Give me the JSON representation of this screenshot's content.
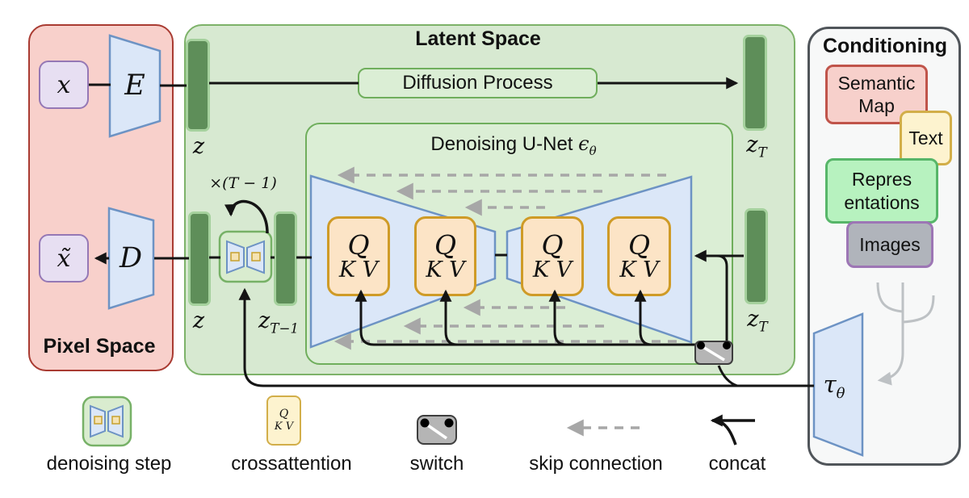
{
  "colors": {
    "pixel_fill": "#f8d0cb",
    "pixel_border": "#a93b32",
    "latent_fill": "#d7e9d1",
    "latent_border": "#7db269",
    "unet_fill": "#dbeed5",
    "unet_border": "#6fae5c",
    "bar_fill": "#5e8e59",
    "bar_border": "#a5d19d",
    "purple_fill": "#e7dff2",
    "purple_border": "#9578b5",
    "blue_fill": "#dbe7f8",
    "blue_border": "#6d93c4",
    "qkv_fill": "#fce4c6",
    "qkv_border": "#cf9b27",
    "icon_green_fill": "#d9eccf",
    "icon_green_border": "#77b167",
    "yellow_fill": "#fdf3cf",
    "yellow_border": "#d2ae49",
    "switch_fill": "#b5b5b5",
    "switch_border": "#3e3e3e",
    "cond_fill": "#f7f8f8",
    "cond_border": "#50555a",
    "sem_fill": "#f7d0cb",
    "sem_border": "#c0544a",
    "repr_fill": "#b7f2bf",
    "repr_border": "#57b669",
    "img_fill": "#b0b4bb",
    "img_border": "#9d76b5",
    "line_black": "#141414",
    "skip_gray": "#a7a7a7",
    "branch_gray": "#bdc1c4"
  },
  "pixel_space": {
    "title": "Pixel Space",
    "input_label": "x",
    "output_label": "x̃",
    "encoder_label": "E",
    "decoder_label": "D"
  },
  "latent_space": {
    "title": "Latent Space",
    "diffusion_process_label": "Diffusion Process",
    "unet_title": "Denoising U-Net",
    "unet_symbol": "ϵ",
    "unet_symbol_sub": "θ",
    "loop_label": "×(T − 1)",
    "z_top": "z",
    "zT_base": "z",
    "zT_sub": "T",
    "z_bottom": "z",
    "zTm1_base": "z",
    "zTm1_sub": "T−1",
    "qkv_q": "Q",
    "qkv_kv": "K V"
  },
  "conditioning": {
    "title": "Conditioning",
    "semantic_map_line1": "Semantic",
    "semantic_map_line2": "Map",
    "text_label": "Text",
    "representations_line1": "Repres",
    "representations_line2": "entations",
    "images_label": "Images",
    "tau": "τ",
    "tau_sub": "θ"
  },
  "legend": {
    "denoising_step": "denoising step",
    "crossattention": "crossattention",
    "crossattention_q": "Q",
    "crossattention_kv": "K V",
    "switch": "switch",
    "skip_connection": "skip connection",
    "concat": "concat"
  }
}
